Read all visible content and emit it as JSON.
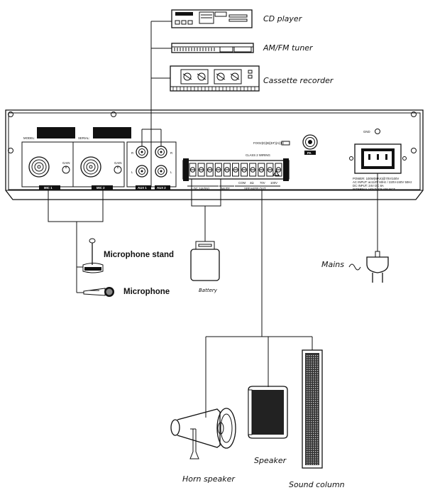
{
  "diagram": {
    "sources": {
      "cd_player": "CD player",
      "tuner": "AM/FM tuner",
      "cassette": "Cassette recorder"
    },
    "inputs": {
      "mic_stand": "Microphone stand",
      "microphone": "Microphone"
    },
    "power": {
      "battery": "Battery",
      "mains": "Mains"
    },
    "outputs": {
      "horn_speaker": "Horn speaker",
      "speaker": "Speaker",
      "sound_column": "Sound column"
    },
    "panel": {
      "model_label": "MODEL:",
      "serial_label": "SERIAL:",
      "gain_1": "GAIN",
      "gain_2": "GAIN",
      "mic1": "MIC 1",
      "mic2": "MIC 2",
      "aux1": "AUX 1",
      "aux2": "AUX 2",
      "r_1": "R",
      "r_2": "R",
      "l_1": "L",
      "l_2": "L",
      "pa_label": "PA",
      "fuse": "FOO2(D)(B)(EF)(A)(E)",
      "gnd": "GND",
      "class2": "CLASS 2 WIRING",
      "com": "COM",
      "t4": "4Ω",
      "t70": "70V",
      "t100": "100V",
      "dc": "+ DC 24V(IN)",
      "mute": "MUTE",
      "speaker_out": "SPEAKER OUT",
      "power_1": "POWER: 100W(MAX)@70V/100V",
      "power_2": "AC INPUT: ac110V 60Hz / 220V-240V 50Hz",
      "power_3": "DC INPUT: 24V DC 8A",
      "power_4": "INTERNAL VOLTAGE SELECT"
    }
  }
}
